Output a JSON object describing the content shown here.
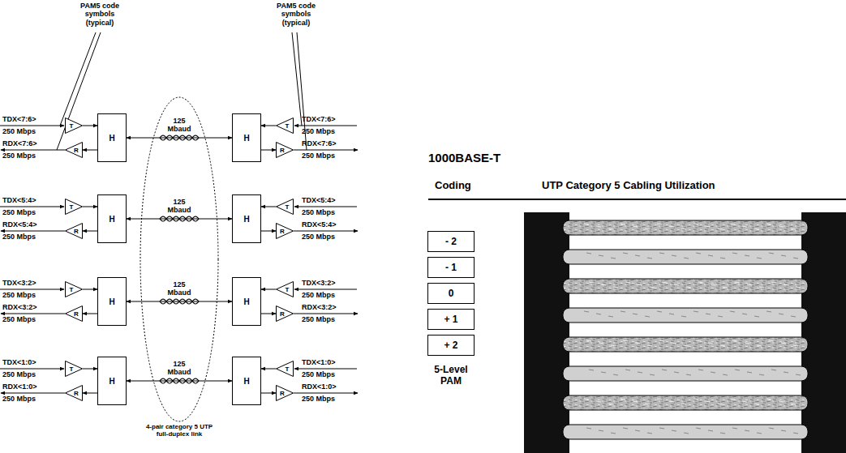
{
  "diagram": {
    "title": "1000BASE-T",
    "nodes": [
      {
        "text": [
          "T"
        ]
      },
      {
        "text": [
          "R"
        ]
      },
      {
        "text": [
          "H"
        ]
      },
      {
        "text": [
          "H"
        ]
      },
      {
        "text": [
          "T"
        ]
      },
      {
        "text": [
          "R"
        ]
      },
      {
        "text": [
          "T"
        ]
      },
      {
        "text": [
          "R"
        ]
      },
      {
        "text": [
          "H"
        ]
      },
      {
        "text": [
          "H"
        ]
      },
      {
        "text": [
          "T"
        ]
      },
      {
        "text": [
          "R"
        ]
      },
      {
        "text": [
          "T"
        ]
      },
      {
        "text": [
          "R"
        ]
      },
      {
        "text": [
          "H"
        ]
      },
      {
        "text": [
          "H"
        ]
      },
      {
        "text": [
          "T"
        ]
      },
      {
        "text": [
          "R"
        ]
      },
      {
        "text": [
          "T"
        ]
      },
      {
        "text": [
          "R"
        ]
      },
      {
        "text": [
          "H"
        ]
      },
      {
        "text": [
          "H"
        ]
      },
      {
        "text": [
          "T"
        ]
      },
      {
        "text": [
          "R"
        ]
      },
      {
        "text": [
          "- 2"
        ]
      },
      {
        "text": [
          "- 1"
        ]
      },
      {
        "text": [
          "0"
        ]
      },
      {
        "text": [
          "+ 1"
        ]
      },
      {
        "text": [
          "+ 2"
        ]
      }
    ],
    "edges": [
      {
        "from": 0,
        "to": 2,
        "arrow": "to"
      },
      {
        "from": 2,
        "to": 1,
        "arrow": "to"
      },
      {
        "from": 2,
        "to": 3,
        "arrow": "both",
        "label": "125 Mbaud"
      },
      {
        "from": 4,
        "to": 3,
        "arrow": "to"
      },
      {
        "from": 3,
        "to": 5,
        "arrow": "to"
      },
      {
        "from": 6,
        "to": 8,
        "arrow": "to"
      },
      {
        "from": 8,
        "to": 7,
        "arrow": "to"
      },
      {
        "from": 8,
        "to": 9,
        "arrow": "both",
        "label": "125 Mbaud"
      },
      {
        "from": 10,
        "to": 9,
        "arrow": "to"
      },
      {
        "from": 9,
        "to": 11,
        "arrow": "to"
      },
      {
        "from": 12,
        "to": 14,
        "arrow": "to"
      },
      {
        "from": 14,
        "to": 13,
        "arrow": "to"
      },
      {
        "from": 14,
        "to": 15,
        "arrow": "both",
        "label": "125 Mbaud"
      },
      {
        "from": 16,
        "to": 15,
        "arrow": "to"
      },
      {
        "from": 15,
        "to": 17,
        "arrow": "to"
      },
      {
        "from": 18,
        "to": 20,
        "arrow": "to"
      },
      {
        "from": 20,
        "to": 19,
        "arrow": "to"
      },
      {
        "from": 20,
        "to": 21,
        "arrow": "both",
        "label": "125 Mbaud"
      },
      {
        "from": 22,
        "to": 21,
        "arrow": "to"
      },
      {
        "from": 21,
        "to": 23,
        "arrow": "to"
      }
    ],
    "labels": [
      "PAM5 code symbols (typical)",
      "PAM5 code symbols (typical)",
      "TDX<7:6>",
      "250 Mbps",
      "RDX<7:6>",
      "250 Mbps",
      "TDX<7:6>",
      "250 Mbps",
      "RDX<7:6>",
      "250 Mbps",
      "TDX<5:4>",
      "250 Mbps",
      "RDX<5:4>",
      "250 Mbps",
      "TDX<5:4>",
      "250 Mbps",
      "RDX<5:4>",
      "250 Mbps",
      "TDX<3:2>",
      "250 Mbps",
      "RDX<3:2>",
      "250 Mbps",
      "TDX<3:2>",
      "250 Mbps",
      "RDX<3:2>",
      "250 Mbps",
      "TDX<1:0>",
      "250 Mbps",
      "RDX<1:0>",
      "250 Mbps",
      "TDX<1:0>",
      "250 Mbps",
      "RDX<1:0>",
      "250 Mbps",
      "4-pair category 5 UTP full-duplex link",
      "Coding",
      "UTP Category 5 Cabling Utilization",
      "5-Level PAM"
    ]
  }
}
